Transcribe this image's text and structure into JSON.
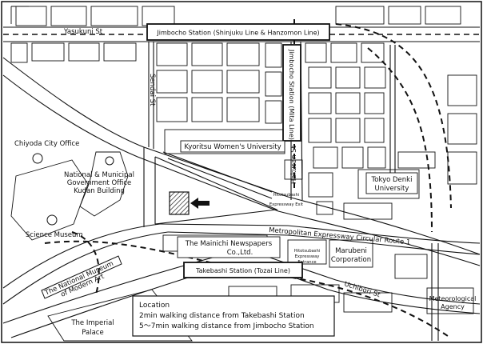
{
  "streets": {
    "yasukuni": "Yasukuni St",
    "sendai": "Sendai St",
    "hakusan": "Hakusan St",
    "uchibori": "Uchibori St",
    "expressway": "Metropolitan Expressway Circular Route 1"
  },
  "stations": {
    "jimbocho_shinjuku": "Jimbocho Station (Shinjuku Line & Hanzomon Line)",
    "jimbocho_mita": "Jimbocho Station (Mita Line)",
    "takebashi": "Takebashi Station (Tozai Line)"
  },
  "places": {
    "chiyoda_city_office": "Chiyoda City Office",
    "kudan_line1": "National & Municipal",
    "kudan_line2": "Government Office",
    "kudan_line3": "Kudan Building",
    "science_museum": "Science Museum",
    "museum_line1": "The National Museum",
    "museum_line2": "of Modern Art",
    "palace_line1": "The Imperial",
    "palace_line2": "Palace",
    "kyoritsu": "Kyoritsu Women's University",
    "tokyo_denki_line1": "Tokyo Denki",
    "tokyo_denki_line2": "University",
    "mainichi_line1": "The Mainichi Newspapers",
    "mainichi_line2": "Co.,Ltd.",
    "marubeni_line1": "Marubeni",
    "marubeni_line2": "Corporation",
    "meteo_line1": "Meteorological",
    "meteo_line2": "Agency",
    "exit_line1": "Hitotsubashi",
    "exit_line2": "Expressway Exit",
    "entrance_line1": "Hitotsubashi",
    "entrance_line2": "Expressway",
    "entrance_line3": "Entrance"
  },
  "legend": {
    "title": "Location",
    "line1": "2min walking distance from Takebashi Station",
    "line2": "5〜7min walking distance from Jimbocho Station"
  },
  "icons": {
    "target": "hatched-building-icon",
    "pointer": "arrow-left-icon"
  },
  "colors": {
    "ink": "#111111",
    "background": "#ffffff"
  }
}
